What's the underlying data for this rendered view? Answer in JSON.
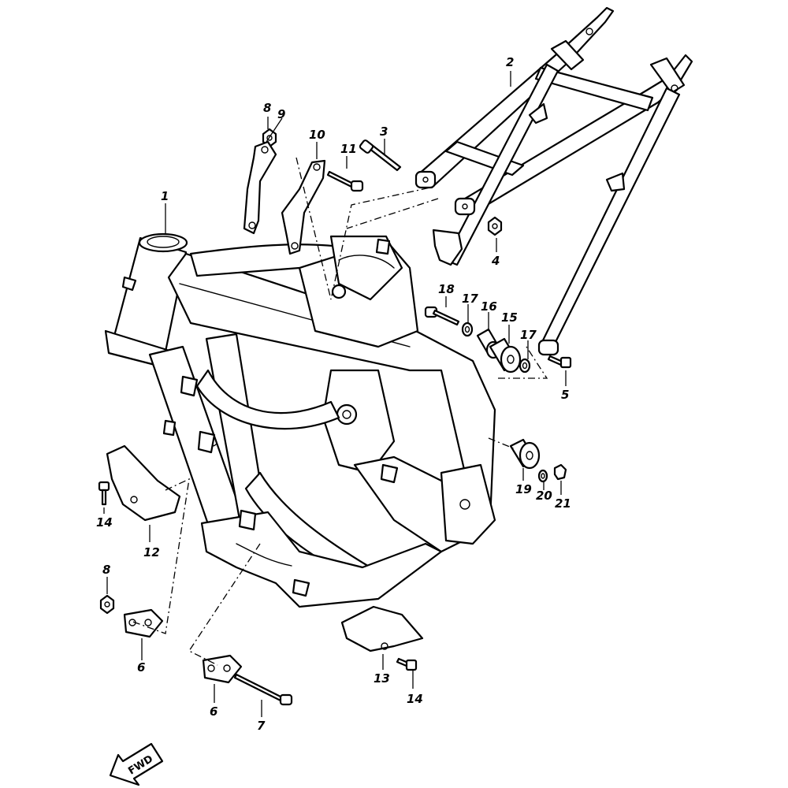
{
  "diagram": {
    "callouts": {
      "c1": "1",
      "c2": "2",
      "c3": "3",
      "c4": "4",
      "c5": "5",
      "c6a": "6",
      "c6b": "6",
      "c7": "7",
      "c8a": "8",
      "c8b": "8",
      "c9": "9",
      "c10": "10",
      "c11": "11",
      "c12": "12",
      "c13": "13",
      "c14a": "14",
      "c14b": "14",
      "c15": "15",
      "c16": "16",
      "c17a": "17",
      "c17b": "17",
      "c18": "18",
      "c19": "19",
      "c20": "20",
      "c21": "21"
    },
    "fwd_label": "FWD"
  }
}
